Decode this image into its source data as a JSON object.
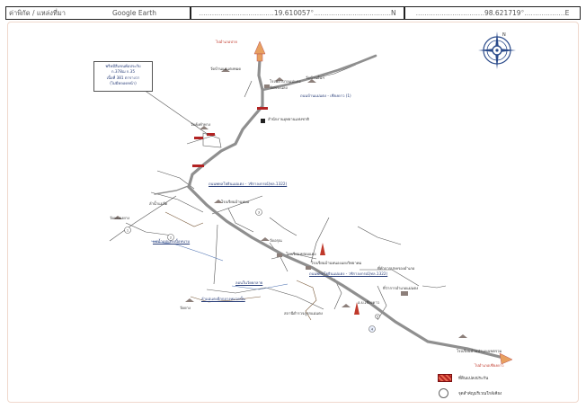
{
  "header": {
    "label": "ค่าพิกัด / แหล่งที่มา",
    "source": "Google Earth",
    "lat": "19.610057",
    "lat_hemi": "N",
    "lon": "98.621719",
    "lon_hemi": "E"
  },
  "callout": {
    "line1": "พรีหมีสีแขนพ้อประกับ",
    "line2": "ก.378ฌ ก.35",
    "line3": "เนื้อที่ 381 ตารางวา",
    "line4": "(ไม่มีหลอดหน้า)"
  },
  "labels": {
    "top_dest": "ไปอำเภอปาย",
    "bottom_dest": "ไปอำเภอเชียงดาว",
    "place_1": "วัดบ้านแม่แตงหมด",
    "place_2": "โรงพยาบาลแม่แตง",
    "place_3": "วัดพระแลง",
    "place_4": "วัดบ้านอื่นฯ",
    "road_small": "ถนนบ้านแม่แตง - เชียงดาว (1)",
    "place_5": "สำนักงานอุทยานแห่งชาติ",
    "place_6": "วัดคุ้งทำทาง",
    "road_1": "ถนนพหลโยธินแม่แตง - วชิราลงกรณ์(ทล.1322)",
    "river_1": "ลำน้ำแม่งัด",
    "place_7": "วัดหนองยาง",
    "place_8": "โรงเรียนบ้านหมอ",
    "place_9": "วัดอรุณ",
    "river_2": "แม่น้ำแม่แตงเนื้อหนาม",
    "place_10": "โรงเรียนหย่อมแตง",
    "place_11": "โรงเรียนบ้านหนองแยงวิทยาคม",
    "place_12": "ที่ทำการปกครองอำเภอ",
    "road_2": "ถนนพหลโยธินแม่แตง - วชิราลงกรณ์(ทล.1322)",
    "place_13": "ที่ว่าการอำเภอแม่แตง",
    "place_14": "อ.บ.เชียงดาว",
    "river_3": "ลอนในวัดยกลาย",
    "river_4": "ลำแม่แตงอีกกลางหมวดนั้น",
    "place_15": "วัดยาง",
    "place_16": "สถานีตำรวจภูธรแม่แตง",
    "place_17": "โรงเรียนบ้านป่าแดงเขตรวม",
    "circle_1": "1",
    "circle_2": "2",
    "circle_3": "3",
    "circle_4": "4",
    "circle_5": "5"
  },
  "compass": {
    "north": "N"
  },
  "legend": {
    "item1": "ที่ดินแปลงประกัน",
    "item2": "จุดสำคัญบริเวณใกล้เคียง"
  }
}
